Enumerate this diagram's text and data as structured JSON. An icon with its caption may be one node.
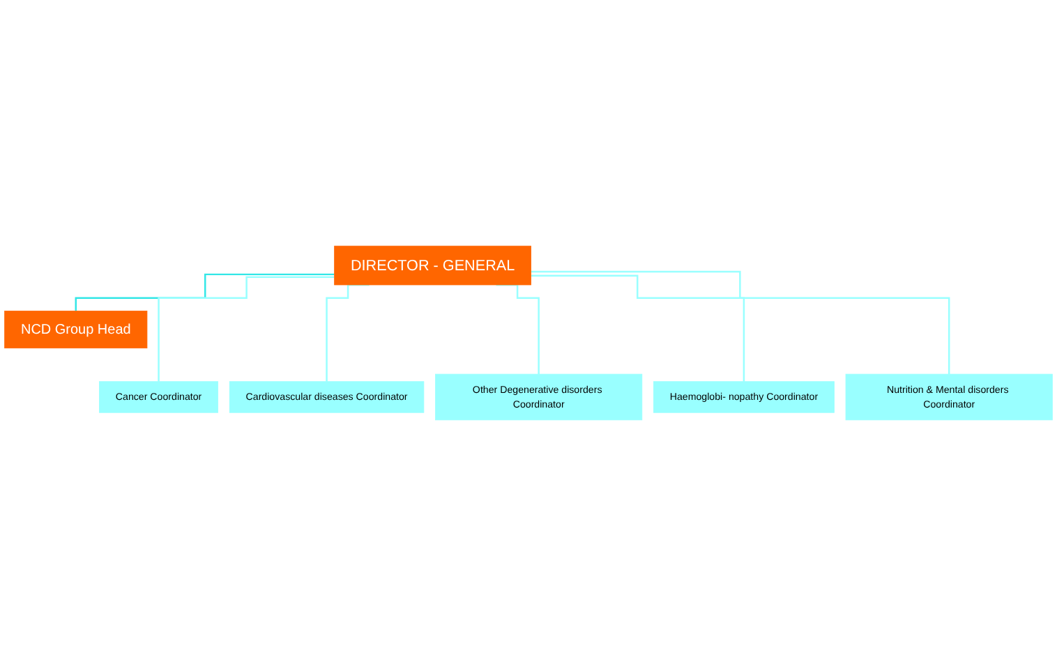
{
  "diagram": {
    "nodes": [
      {
        "text": [
          "DIRECTOR - GENERAL"
        ]
      },
      {
        "text": [
          "NCD Group Head"
        ]
      },
      {
        "text": [
          "Cancer Coordinator"
        ]
      },
      {
        "text": [
          "Cardiovascular diseases Coordinator"
        ]
      },
      {
        "text": [
          "Other Degenerative disorders Coordinator"
        ]
      },
      {
        "text": [
          "Haemoglobi- nopathy Coordinator"
        ]
      },
      {
        "text": [
          "Nutrition & Mental disorders Coordinator"
        ]
      }
    ],
    "edges": [
      {
        "from": 0,
        "to": 1,
        "arrow": "none",
        "color": "#33e6e6"
      },
      {
        "from": 0,
        "to": 2,
        "arrow": "none"
      },
      {
        "from": 0,
        "to": 3,
        "arrow": "none"
      },
      {
        "from": 0,
        "to": 4,
        "arrow": "none"
      },
      {
        "from": 0,
        "to": 5,
        "arrow": "none"
      },
      {
        "from": 0,
        "to": 6,
        "arrow": "none"
      }
    ]
  }
}
